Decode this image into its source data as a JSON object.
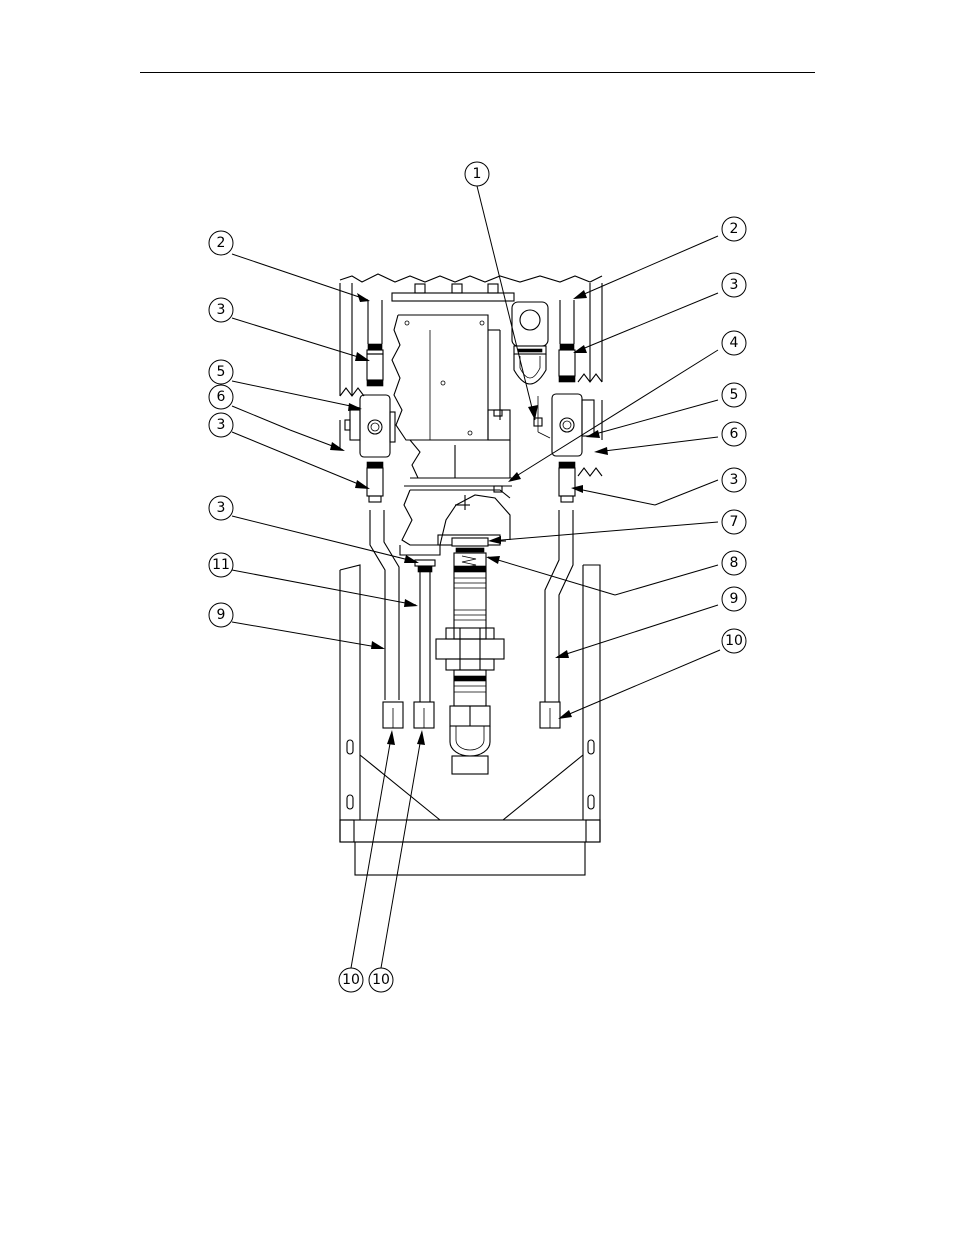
{
  "callouts": [
    {
      "id": "c1",
      "label": "1"
    },
    {
      "id": "c2L",
      "label": "2"
    },
    {
      "id": "c2R",
      "label": "2"
    },
    {
      "id": "c3L1",
      "label": "3"
    },
    {
      "id": "c3R1",
      "label": "3"
    },
    {
      "id": "c4",
      "label": "4"
    },
    {
      "id": "c5L",
      "label": "5"
    },
    {
      "id": "c5R",
      "label": "5"
    },
    {
      "id": "c6L",
      "label": "6"
    },
    {
      "id": "c6R",
      "label": "6"
    },
    {
      "id": "c3L2",
      "label": "3"
    },
    {
      "id": "c3R2",
      "label": "3"
    },
    {
      "id": "c3L3",
      "label": "3"
    },
    {
      "id": "c7",
      "label": "7"
    },
    {
      "id": "c11",
      "label": "11"
    },
    {
      "id": "c8",
      "label": "8"
    },
    {
      "id": "c9L",
      "label": "9"
    },
    {
      "id": "c9R",
      "label": "9"
    },
    {
      "id": "c10R",
      "label": "10"
    },
    {
      "id": "c10B1",
      "label": "10"
    },
    {
      "id": "c10B2",
      "label": "10"
    }
  ]
}
